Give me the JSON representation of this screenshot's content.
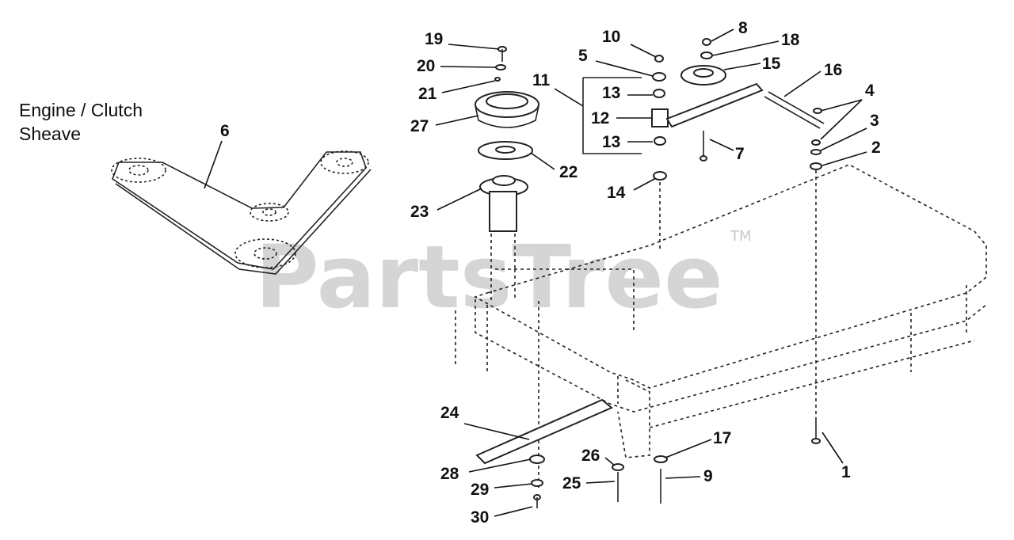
{
  "caption": {
    "line1": "Engine / Clutch",
    "line2": "Sheave"
  },
  "watermark": {
    "text": "PartsTree",
    "tm": "TM"
  },
  "callouts": [
    "19",
    "20",
    "21",
    "27",
    "10",
    "5",
    "11",
    "13",
    "12",
    "13",
    "14",
    "22",
    "23",
    "8",
    "18",
    "15",
    "16",
    "4",
    "3",
    "2",
    "7",
    "6",
    "24",
    "28",
    "29",
    "30",
    "26",
    "25",
    "17",
    "9",
    "1"
  ]
}
